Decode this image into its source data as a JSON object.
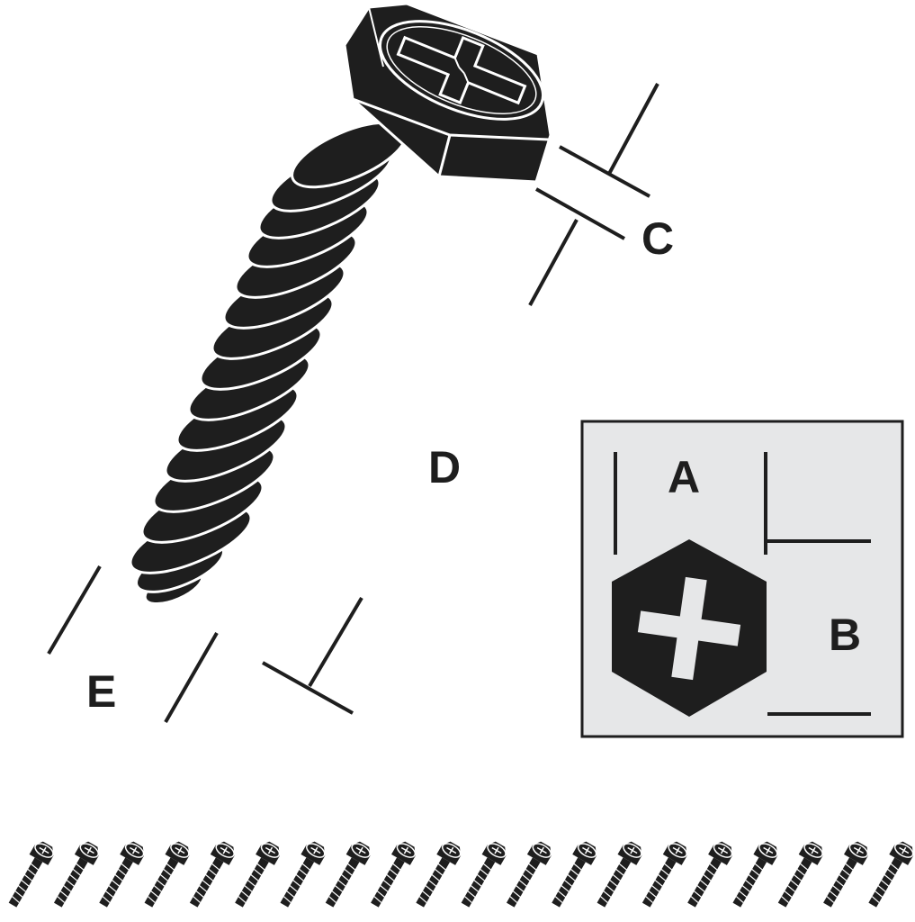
{
  "labels": {
    "head_width": "A",
    "head_height": "B",
    "head_thickness": "C",
    "length": "D",
    "thread_diameter": "E"
  },
  "colors": {
    "ink": "#1e1e1e",
    "inset_background": "#e6e7e8",
    "background": "#ffffff"
  },
  "icons": {
    "head": "hex-head-phillips-icon",
    "mini_screw": "mini-screw-icon"
  },
  "strip_screw_count": 20
}
